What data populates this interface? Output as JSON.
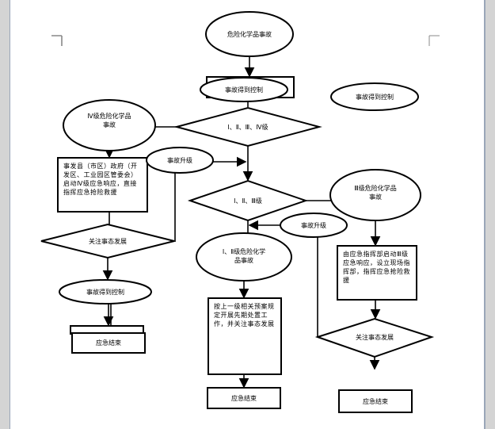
{
  "nodes": {
    "start": "危险化学品事故",
    "controlled_top": "事故得到控制",
    "controlled_right": "事故得到控制",
    "level_all": "Ⅰ、Ⅱ、Ⅲ、Ⅳ级",
    "level4_event_1": "Ⅳ级危险化学品",
    "level4_event_2": "事故",
    "level4_action": "事发县（市区）政府（开发区、工业园区管委会）启动Ⅳ级应急响应，直接指挥应急抢险救援",
    "escalate_left": "事故升级",
    "level123": "Ⅰ、Ⅱ、Ⅲ级",
    "level3_event_1": "Ⅲ级危险化学品",
    "level3_event_2": "事故",
    "escalate_right": "事故升级",
    "level12_event_1": "Ⅰ、Ⅱ级危险化学",
    "level12_event_2": "品事故",
    "level3_action": "由应急指挥部启动Ⅲ级应急响应，设立现场指挥部，指挥应急抢险救援",
    "level12_action": "按上一级相关预案规定开展先期处置工作，并关注事态发展",
    "watch_left": "关注事态发展",
    "watch_right": "关注事态发展",
    "controlled_left": "事故得到控制",
    "end_left": "应急结束",
    "end_mid": "应急结束",
    "end_right": "应急结束"
  }
}
